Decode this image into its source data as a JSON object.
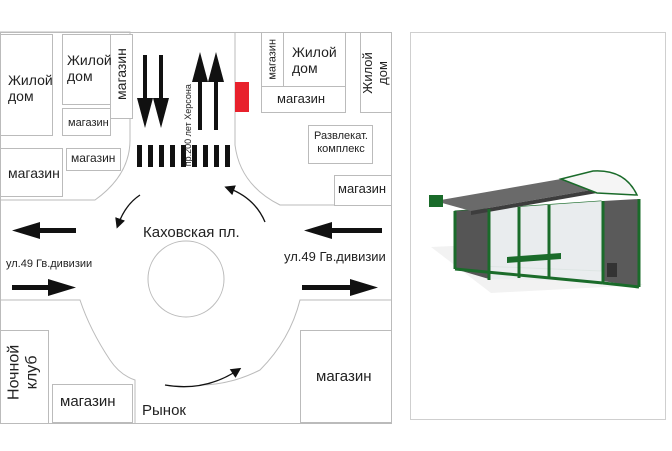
{
  "map": {
    "square": "Каховская пл.",
    "avenue": "пр.200 лет Херсона",
    "street_left": "ул.49 Гв.дивизии",
    "street_right": "ул.49 Гв.дивизии",
    "market": "Рынок",
    "buildings": {
      "house_top_left": "Жилой\nдом",
      "house_top_mid": "Жилой\nдом",
      "shop_under_house": "магазин",
      "shop_vertical_top": "магазин",
      "shop_left": "магазин",
      "shop_left_small": "магазин",
      "shop_top_right_vertical": "магазин",
      "house_top_right": "Жилой\nдом",
      "shop_top_right_horizontal": "магазин",
      "house_far_right_vertical": "Жилой\nдом",
      "entertainment": "Развлекат.\nкомплекс",
      "shop_right": "магазин",
      "night_club": "Ночной\nклуб",
      "shop_bottom_left": "магазин",
      "shop_bottom_right": "магазин"
    },
    "stop_marker_color": "#e8212c"
  },
  "photo": {
    "subject": "bus-stop-shelter",
    "frame_color": "#1a6b2a"
  }
}
